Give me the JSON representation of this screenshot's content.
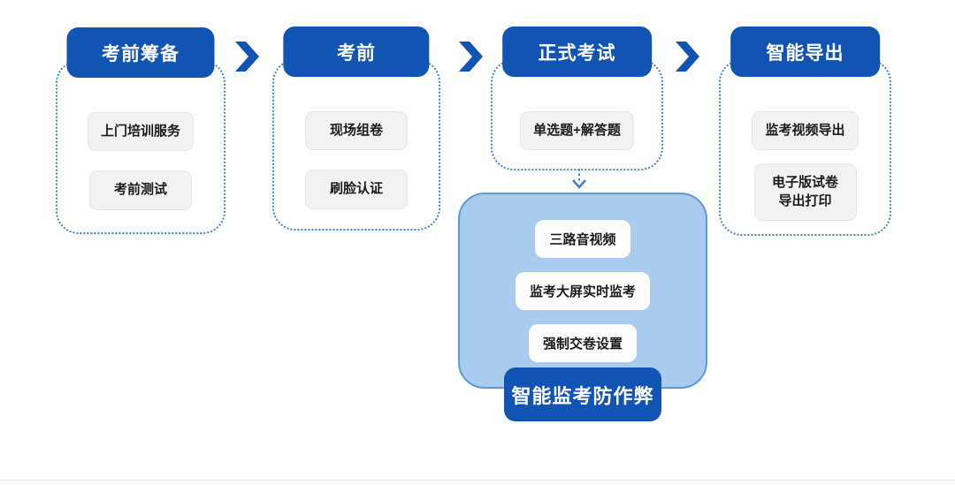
{
  "colors": {
    "brand_blue": "#1254b4",
    "dashed_border_blue": "#4186c8",
    "panel_fill": "#a9cbee",
    "panel_border": "#5b9bd5",
    "item_background": "#f2f2f2",
    "item_text": "#1b1b1b"
  },
  "flow": {
    "stages": [
      {
        "title": "考前筹备",
        "items": [
          "上门培训服务",
          "考前测试"
        ]
      },
      {
        "title": "考前",
        "items": [
          "现场组卷",
          "刷脸认证"
        ]
      },
      {
        "title": "正式考试",
        "items": [
          "单选题+解答题"
        ]
      },
      {
        "title": "智能导出",
        "items": [
          "监考视频导出",
          "电子版试卷\n导出打印"
        ]
      }
    ],
    "connector_icon": "chevron-right",
    "drop_arrow_icon": "dashed-arrow-down",
    "detail_panel": {
      "linked_stage": "正式考试",
      "items": [
        "三路音视频",
        "监考大屏实时监考",
        "强制交卷设置"
      ],
      "label": "智能监考防作弊"
    }
  }
}
